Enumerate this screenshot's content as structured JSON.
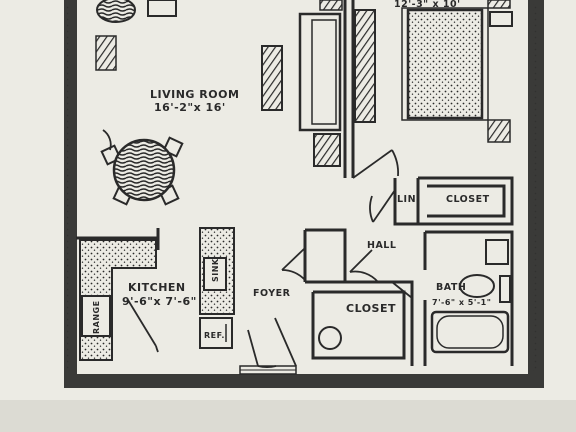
{
  "rooms": {
    "living": {
      "name": "LIVING ROOM",
      "dims": "16'-2\"x 16'"
    },
    "bedroom": {
      "dims": "12'-3\" x 10'"
    },
    "kitchen": {
      "name": "KITCHEN",
      "dims": "9'-6\"x 7'-6\""
    },
    "foyer": {
      "name": "FOYER"
    },
    "hall": {
      "name": "HALL"
    },
    "closet_main": {
      "name": "CLOSET"
    },
    "closet_bed": {
      "name": "CLOSET"
    },
    "linen": {
      "name": "LIN."
    },
    "bath": {
      "name": "BATH",
      "dims": "7'-6\" x 5'-1\""
    }
  },
  "fixtures": {
    "sink": "SINK",
    "range": "RANGE",
    "refrigerator": "REF."
  },
  "colors": {
    "paper": "#ecebe4",
    "ink": "#2a2a2a",
    "wall": "#3a3a38",
    "shadow": "#dcdbd3"
  }
}
